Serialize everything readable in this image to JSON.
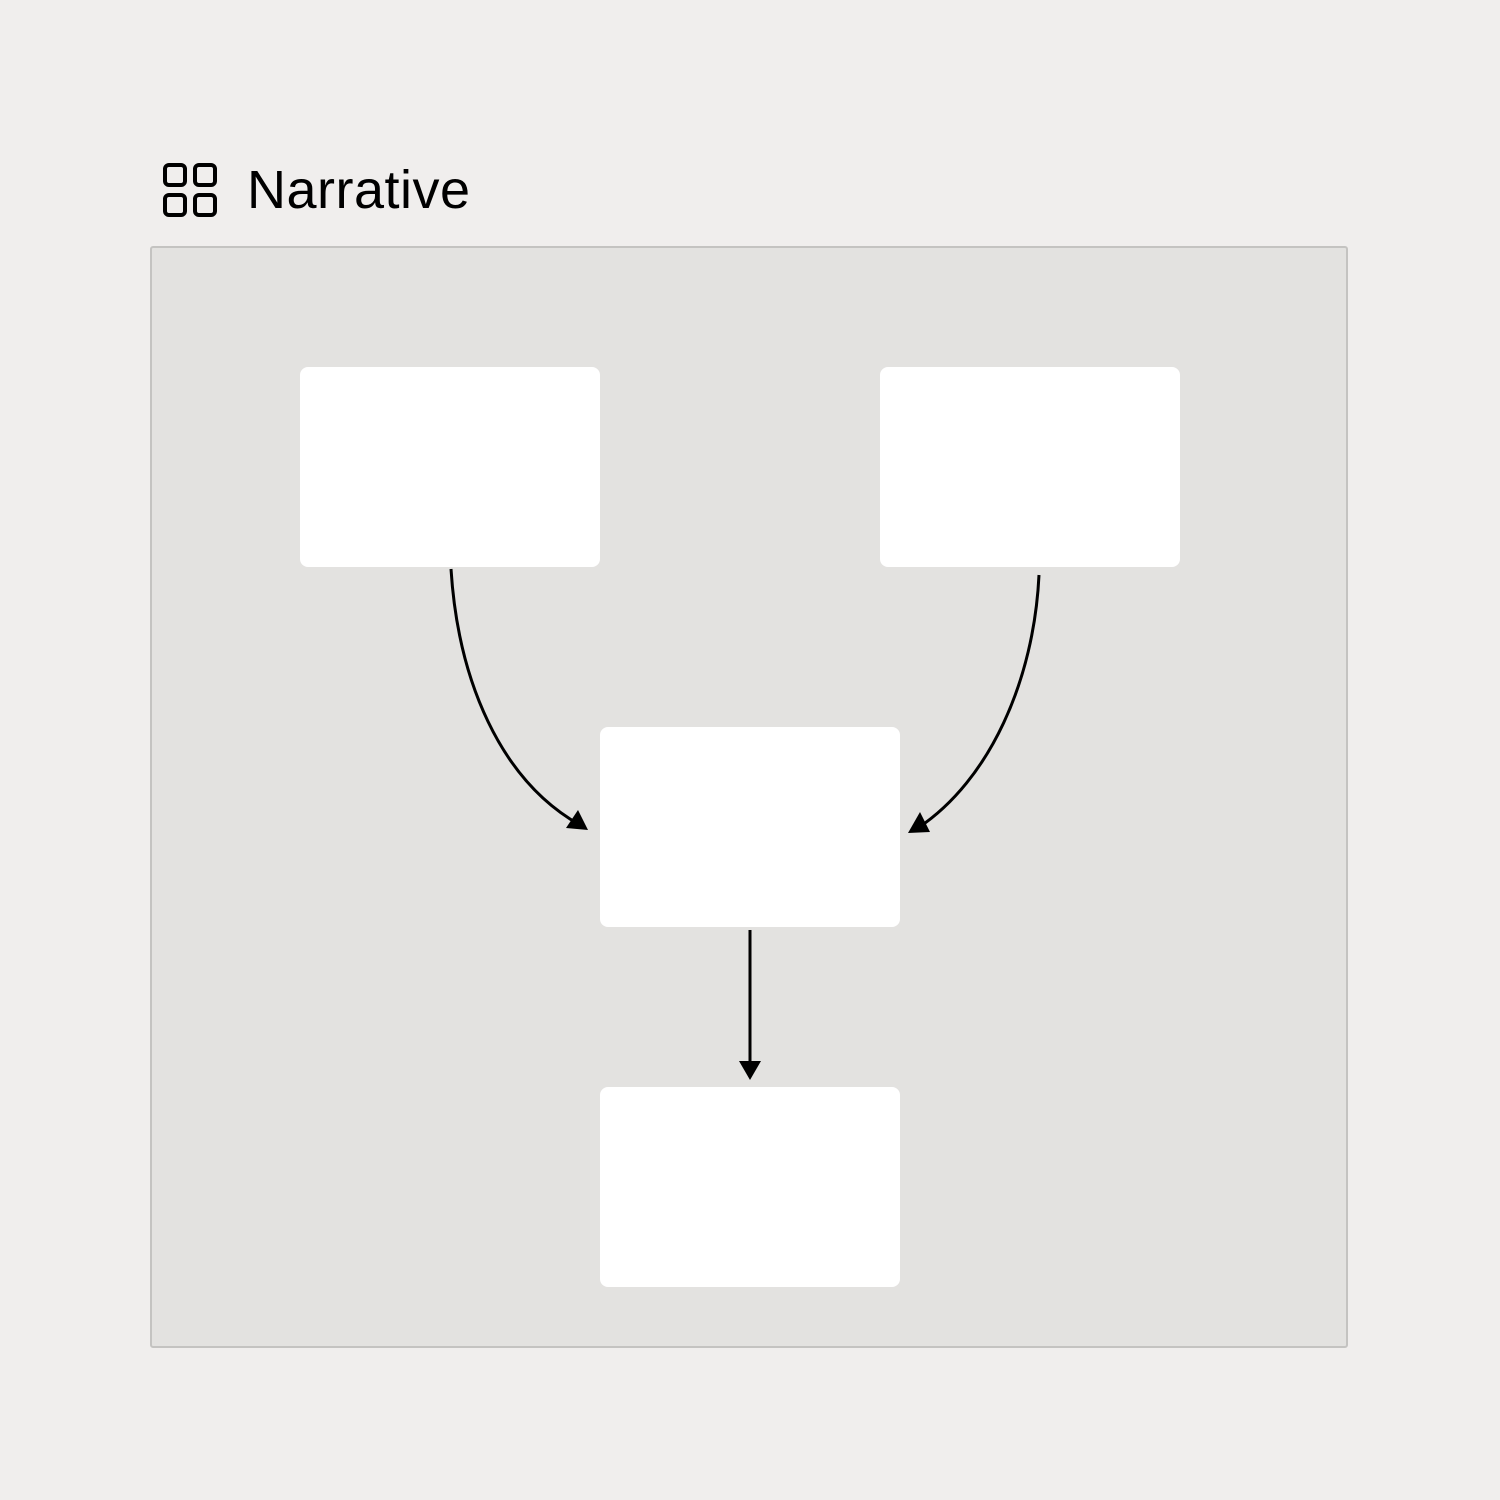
{
  "header": {
    "title": "Narrative",
    "icon": "grid-icon"
  },
  "diagram": {
    "nodes": [
      {
        "id": "top-left",
        "label": ""
      },
      {
        "id": "top-right",
        "label": ""
      },
      {
        "id": "middle",
        "label": ""
      },
      {
        "id": "bottom",
        "label": ""
      }
    ],
    "edges": [
      {
        "from": "top-left",
        "to": "middle"
      },
      {
        "from": "top-right",
        "to": "middle"
      },
      {
        "from": "middle",
        "to": "bottom"
      }
    ]
  }
}
